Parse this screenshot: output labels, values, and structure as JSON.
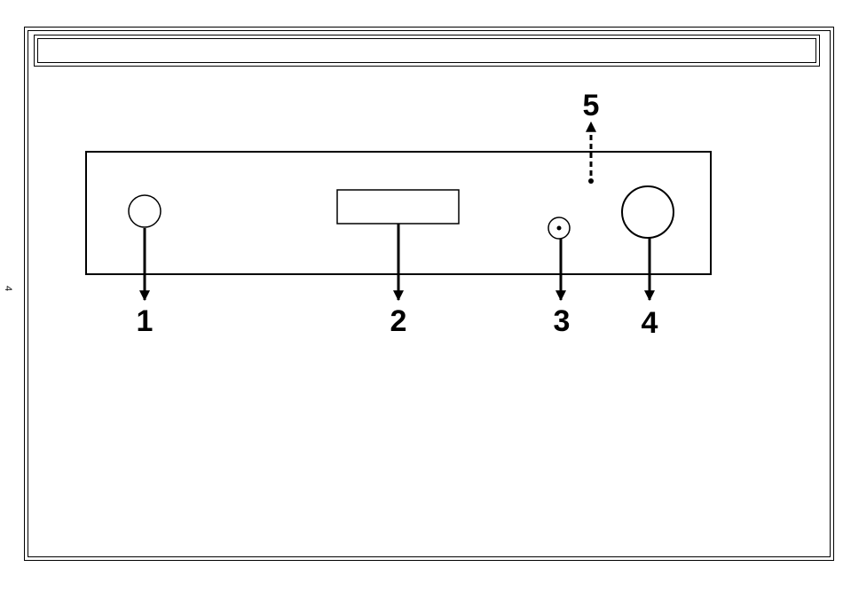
{
  "page": {
    "title_bar_text": "",
    "side_page_number": "4"
  },
  "diagram": {
    "callouts": [
      {
        "id": "1",
        "label": "1",
        "target": "round-button"
      },
      {
        "id": "2",
        "label": "2",
        "target": "display-window"
      },
      {
        "id": "3",
        "label": "3",
        "target": "small-jack"
      },
      {
        "id": "4",
        "label": "4",
        "target": "large-knob"
      },
      {
        "id": "5",
        "label": "5",
        "target": "indicator-dot"
      }
    ]
  }
}
